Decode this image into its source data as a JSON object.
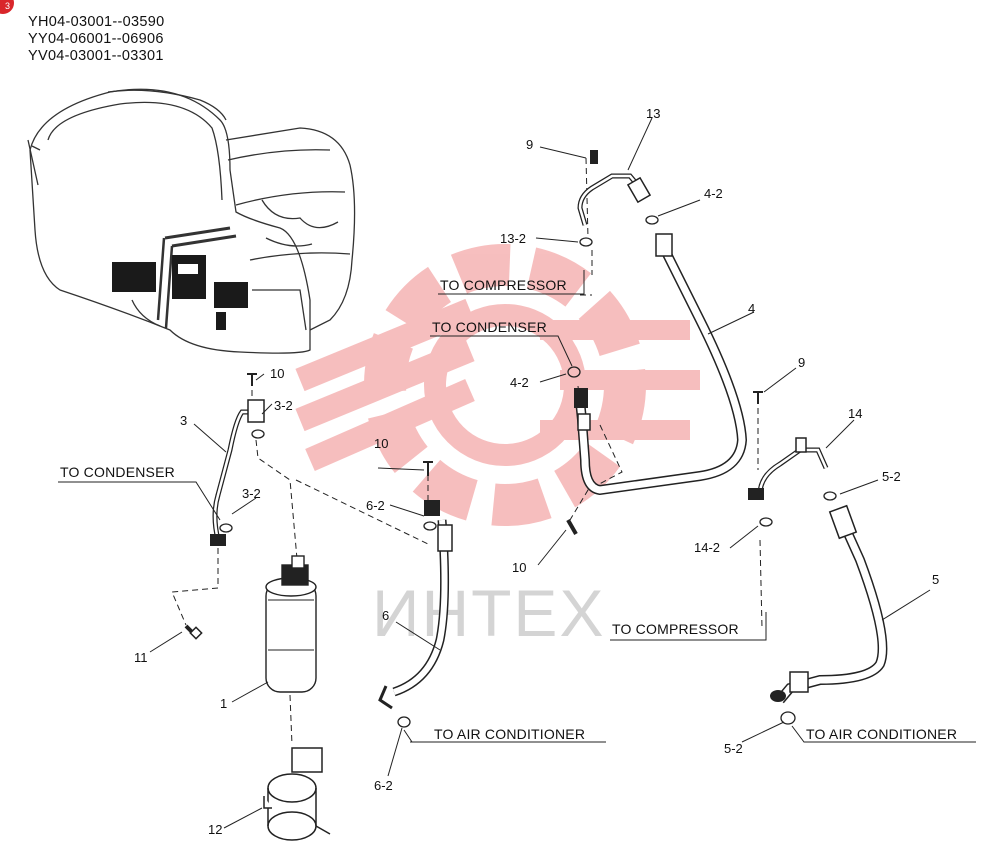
{
  "corner_badge": "3",
  "serial_ranges": [
    "YH04-03001--03590",
    "YY04-06001--06906",
    "YV04-03001--03301"
  ],
  "watermark_text": "ИНТЕХ",
  "colors": {
    "watermark_logo": "#f08a8a",
    "line": "#111111"
  },
  "destinations": {
    "to_condenser_left": "TO CONDENSER",
    "to_compressor_top": "TO COMPRESSOR",
    "to_condenser_mid": "TO CONDENSER",
    "to_compressor_right": "TO COMPRESSOR",
    "to_air_conditioner_mid": "TO AIR CONDITIONER",
    "to_air_conditioner_right": "TO AIR CONDITIONER"
  },
  "part_labels": {
    "p1": "1",
    "p3": "3",
    "p3_2a": "3-2",
    "p3_2b": "3-2",
    "p4": "4",
    "p4_2a": "4-2",
    "p4_2b": "4-2",
    "p5": "5",
    "p5_2a": "5-2",
    "p5_2b": "5-2",
    "p6": "6",
    "p6_2a": "6-2",
    "p6_2b": "6-2",
    "p9a": "9",
    "p9b": "9",
    "p10a": "10",
    "p10b": "10",
    "p10c": "10",
    "p11": "11",
    "p12": "12",
    "p13": "13",
    "p13_2": "13-2",
    "p14": "14",
    "p14_2": "14-2"
  }
}
